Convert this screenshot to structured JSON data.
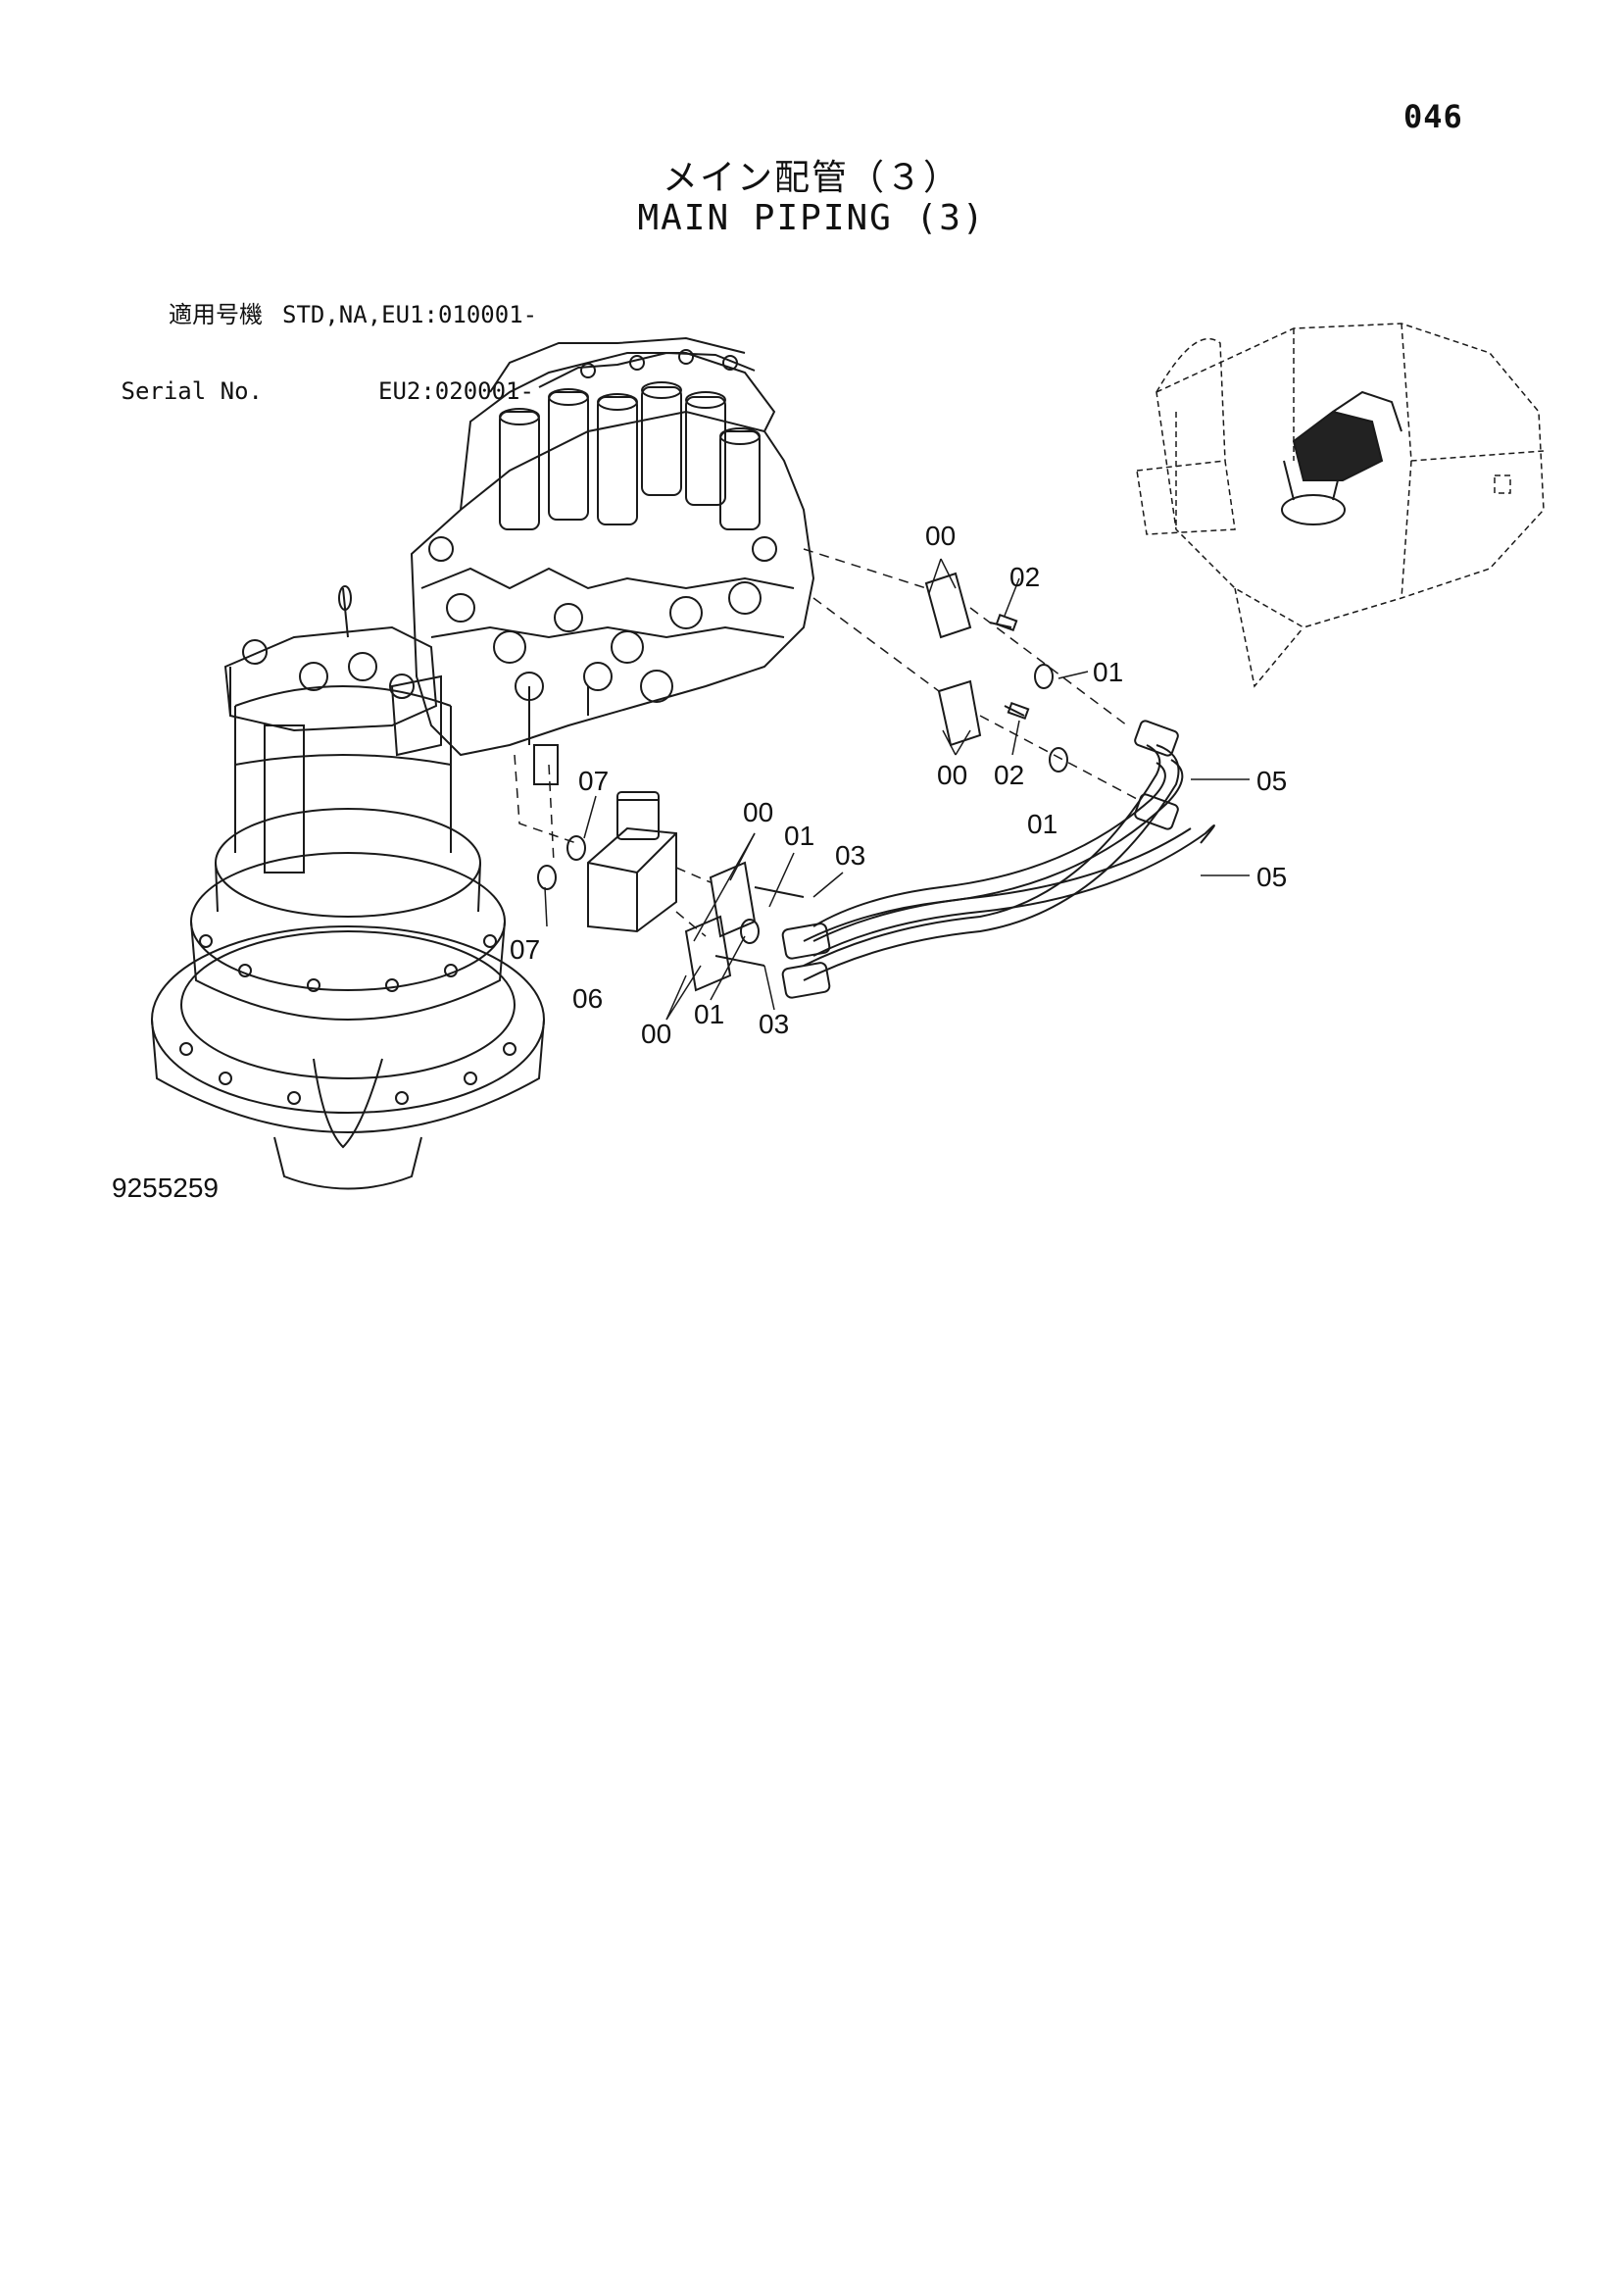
{
  "page_number": "046",
  "title_ja": "メイン配管（３）",
  "title_en": "MAIN PIPING (3)",
  "serial": {
    "label_ja": "適用号機",
    "label_en": "Serial No.",
    "line1": "STD,NA,EU1:010001-",
    "line2": "EU2:020001-"
  },
  "figure_code": "9255259",
  "callouts": [
    {
      "id": "c1",
      "text": "00"
    },
    {
      "id": "c2",
      "text": "02"
    },
    {
      "id": "c3",
      "text": "01"
    },
    {
      "id": "c4",
      "text": "00"
    },
    {
      "id": "c5",
      "text": "02"
    },
    {
      "id": "c6",
      "text": "01"
    },
    {
      "id": "c7",
      "text": "05"
    },
    {
      "id": "c8",
      "text": "05"
    },
    {
      "id": "c9",
      "text": "07"
    },
    {
      "id": "c10",
      "text": "07"
    },
    {
      "id": "c11",
      "text": "06"
    },
    {
      "id": "c12",
      "text": "00"
    },
    {
      "id": "c13",
      "text": "01"
    },
    {
      "id": "c14",
      "text": "03"
    },
    {
      "id": "c15",
      "text": "00"
    },
    {
      "id": "c16",
      "text": "01"
    },
    {
      "id": "c17",
      "text": "03"
    }
  ]
}
